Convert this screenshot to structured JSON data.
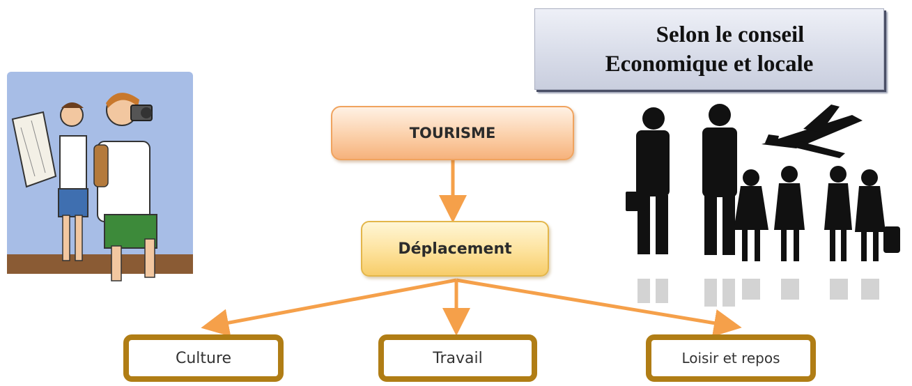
{
  "source": {
    "line1": "Selon le conseil",
    "line2": "Economique et locale"
  },
  "diagram": {
    "root": "TOURISME",
    "middle": "Déplacement",
    "leaves": [
      "Culture",
      "Travail",
      "Loisir et repos"
    ]
  },
  "colors": {
    "root_fill": "#f9c394",
    "middle_fill": "#fbd774",
    "leaf_border": "#b07d15",
    "arrow": "#f5a04a"
  },
  "illustrations": {
    "left": "tourists-with-map-and-camera",
    "right": "business-travelers-silhouettes-with-airplane"
  }
}
